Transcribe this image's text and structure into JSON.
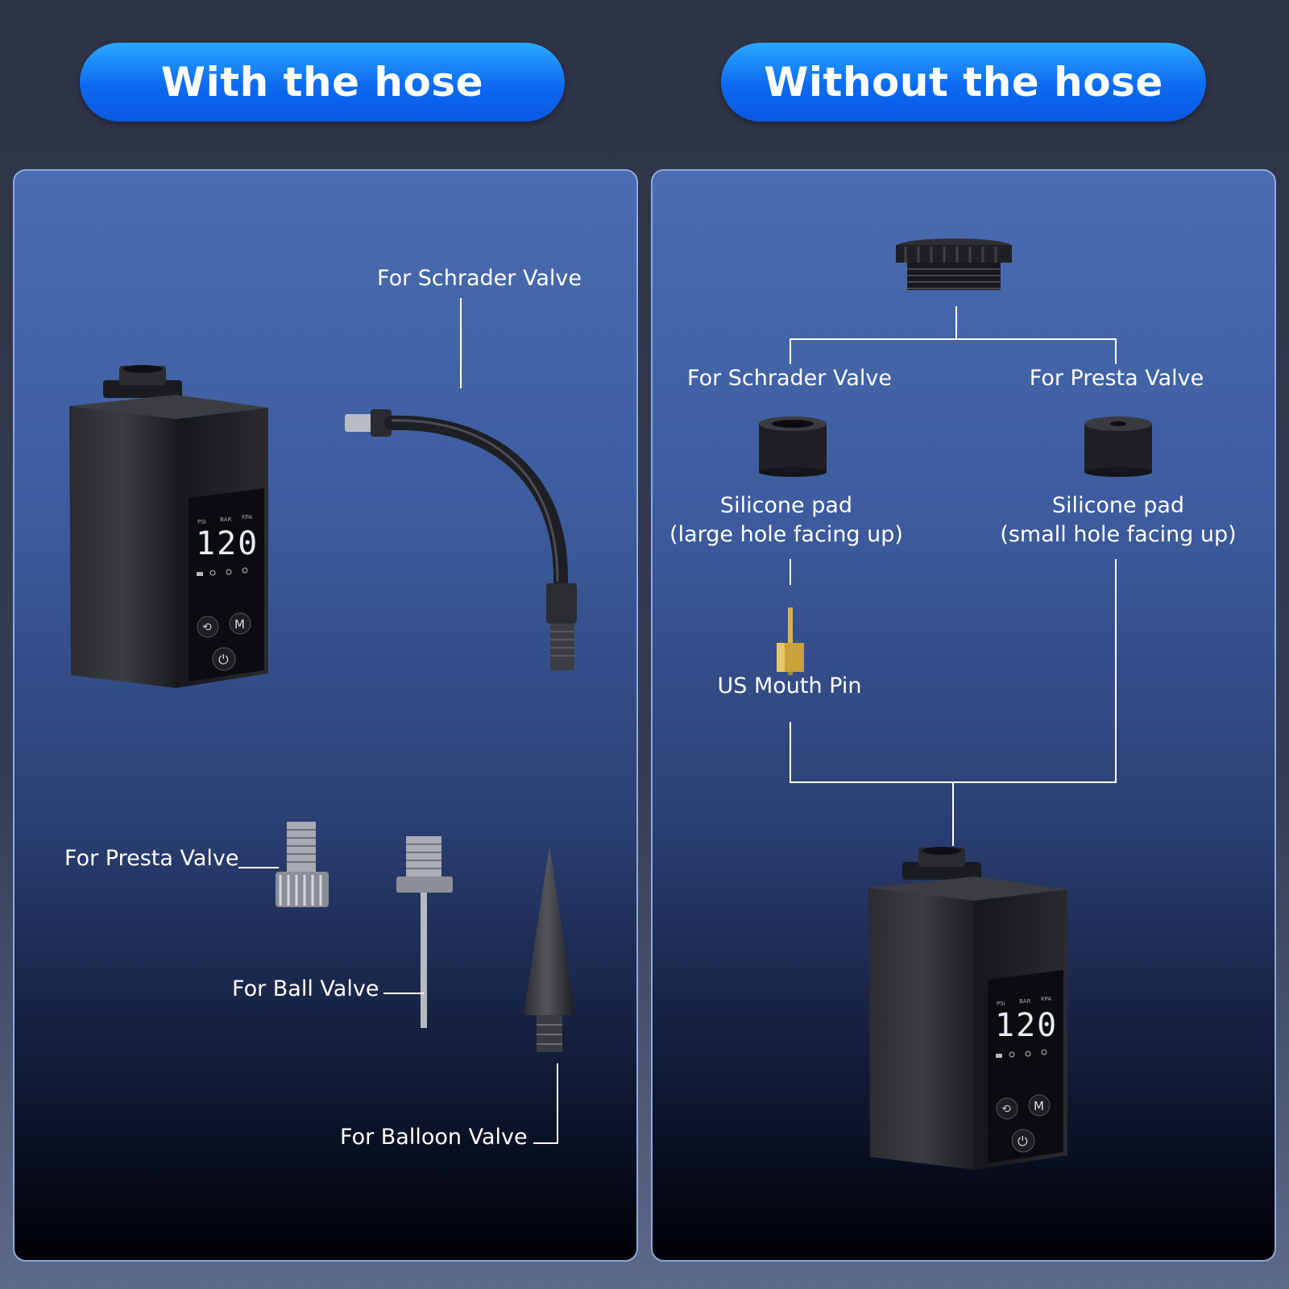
{
  "headers": {
    "with_hose": "With the hose",
    "without_hose": "Without the hose"
  },
  "left_panel": {
    "schrader_label": "For Schrader Valve",
    "presta_label": "For Presta Valve",
    "ball_label": "For Ball Valve",
    "balloon_label": "For Balloon Valve",
    "pump_display": {
      "value": "120",
      "units": [
        "PSI",
        "BAR",
        "KPA"
      ],
      "mode_button": "M"
    }
  },
  "right_panel": {
    "schrader_label": "For Schrader Valve",
    "presta_label": "For Presta Valve",
    "pad_large_title": "Silicone pad",
    "pad_large_sub": "(large hole facing up)",
    "pad_small_title": "Silicone pad",
    "pad_small_sub": "(small hole facing up)",
    "mouth_pin_label": "US Mouth Pin",
    "pump_display": {
      "value": "120",
      "units": [
        "PSI",
        "BAR",
        "KPA"
      ],
      "mode_button": "M"
    }
  },
  "colors": {
    "header_blue": "#0d6af0",
    "panel_blue": "#4a6cb0",
    "brass": "#c9a23a"
  },
  "icons": [
    "pump-device",
    "hose",
    "presta-adapter",
    "ball-needle",
    "balloon-cone",
    "thread-cap",
    "silicone-pad",
    "mouth-pin",
    "power-icon",
    "cycle-icon"
  ]
}
